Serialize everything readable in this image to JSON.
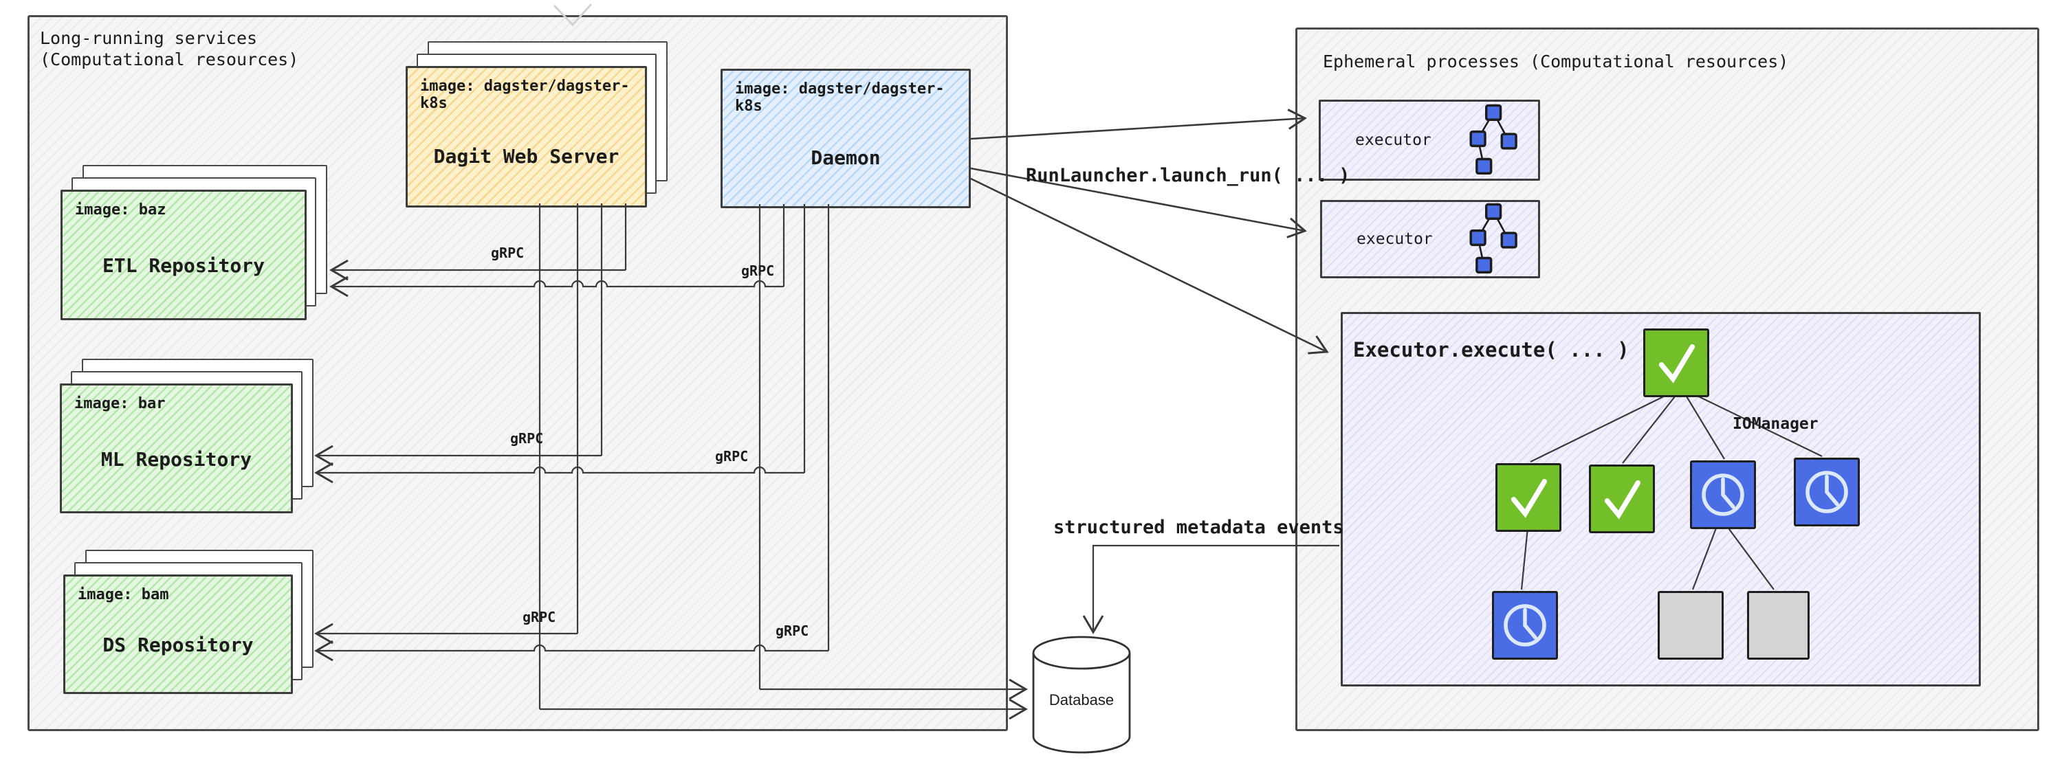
{
  "left_container": {
    "title_line1": "Long-running services",
    "title_line2": "(Computational resources)",
    "dagit_web_server": {
      "image": "image: dagster/dagster-k8s",
      "label": "Dagit Web Server"
    },
    "daemon": {
      "image": "image: dagster/dagster-k8s",
      "label": "Daemon"
    },
    "repositories": [
      {
        "image": "image: baz",
        "label": "ETL Repository"
      },
      {
        "image": "image: bar",
        "label": "ML Repository"
      },
      {
        "image": "image: bam",
        "label": "DS Repository"
      }
    ],
    "grpc": "gRPC"
  },
  "right_container": {
    "title": "Ephemeral processes (Computational resources)",
    "executor_label": "executor",
    "execute_panel": {
      "title": "Executor.execute( ... )",
      "iomanager": "IOManager",
      "step_nodes": [
        {
          "id": "root",
          "status": "success"
        },
        {
          "id": "row2-1",
          "status": "success"
        },
        {
          "id": "row2-2",
          "status": "success"
        },
        {
          "id": "row2-3",
          "status": "pending"
        },
        {
          "id": "row2-4",
          "status": "pending"
        },
        {
          "id": "row3-1",
          "status": "pending"
        },
        {
          "id": "row3-2",
          "status": "not-started"
        },
        {
          "id": "row3-3",
          "status": "not-started"
        }
      ]
    }
  },
  "connectors": {
    "run_launcher": "RunLauncher.launch_run( ... )",
    "metadata_events": "structured metadata events"
  },
  "database": {
    "label": "Database"
  },
  "colors": {
    "success_green": "#72bf2a",
    "pending_blue": "#4a6de5",
    "not_started_gray": "#d4d4d4",
    "dagit_yellow": "#fdf0cd",
    "daemon_blue": "#e3f0fb",
    "repo_green": "#e6f7e1",
    "executor_lavender": "#f1f1fb"
  }
}
